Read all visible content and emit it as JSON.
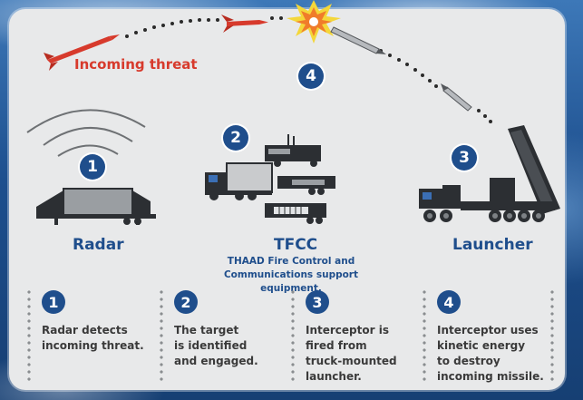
{
  "threat_label": "Incoming threat",
  "components": {
    "radar": "Radar",
    "tfcc": "TFCC",
    "tfcc_description": "THAAD Fire Control and\nCommunications support equipment.",
    "launcher": "Launcher"
  },
  "diagram_steps": [
    "1",
    "2",
    "3",
    "4"
  ],
  "steps": [
    {
      "number": "1",
      "text": "Radar detects\nincoming threat."
    },
    {
      "number": "2",
      "text": "The target\nis identified\nand engaged."
    },
    {
      "number": "3",
      "text": "Interceptor is\nfired from\ntruck-mounted\nlauncher."
    },
    {
      "number": "4",
      "text": "Interceptor uses\nkinetic energy\nto destroy\nincoming missile."
    }
  ],
  "colors": {
    "brand_blue": "#1f4e8c",
    "threat_red": "#d73a2c",
    "panel": "#e8e9ea",
    "vehicle_dark": "#2c2f33"
  }
}
